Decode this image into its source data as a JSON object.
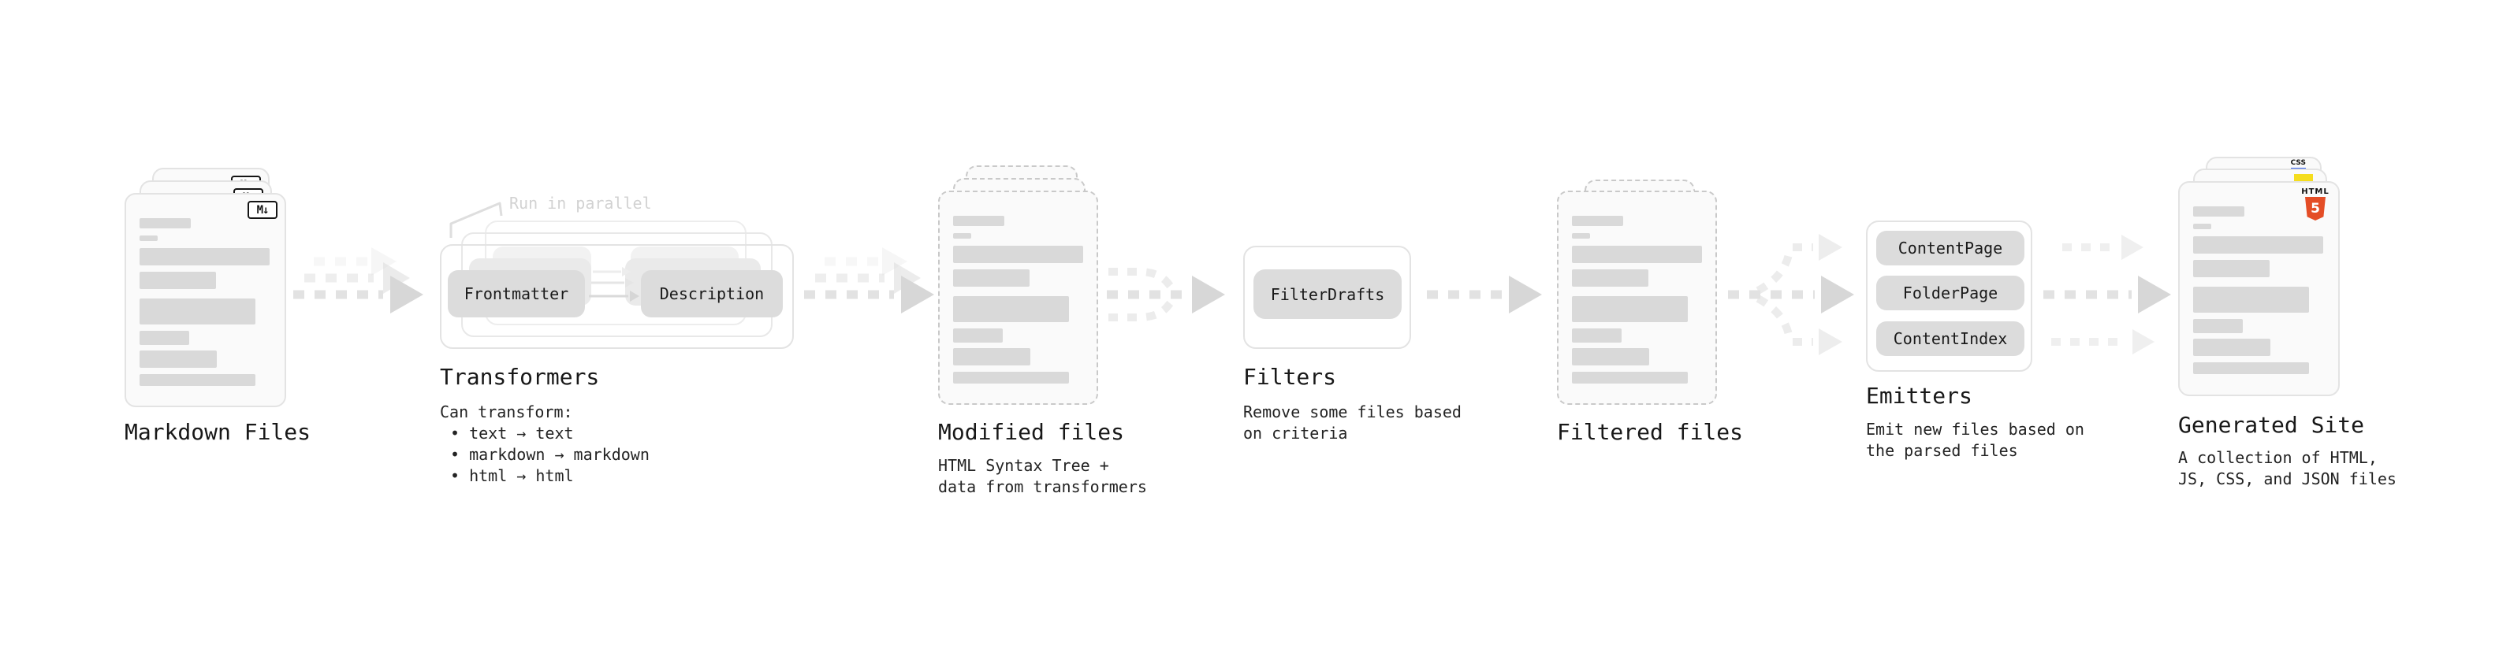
{
  "colors": {
    "html5_orange": "#e44d26",
    "js_yellow": "#f5dd1e",
    "css_blue": "#2d5be8",
    "card_border": "#e3e3e3",
    "arrow_gray": "#d7d7d7"
  },
  "stages": {
    "markdown": {
      "title": "Markdown Files",
      "file_badge": "M↓"
    },
    "transformers": {
      "title": "Transformers",
      "note": "Run in parallel",
      "pill_left": "Frontmatter",
      "pill_right": "Description",
      "subtitle": "Can transform:",
      "bullets": [
        "• text → text",
        "• markdown → markdown",
        "• html → html"
      ]
    },
    "modified": {
      "title": "Modified files",
      "subtitle_lines": [
        "HTML Syntax Tree +",
        "data from transformers"
      ]
    },
    "filters": {
      "title": "Filters",
      "pill": "FilterDrafts",
      "subtitle_lines": [
        "Remove some files based",
        "on criteria"
      ]
    },
    "filtered": {
      "title": "Filtered files"
    },
    "emitters": {
      "title": "Emitters",
      "pills": [
        "ContentPage",
        "FolderPage",
        "ContentIndex"
      ],
      "subtitle_lines": [
        "Emit new files based on",
        "the parsed files"
      ]
    },
    "generated": {
      "title": "Generated Site",
      "css_badge": "CSS",
      "html_badge_top": "HTML",
      "html_badge_number": "5",
      "subtitle_lines": [
        "A collection of HTML,",
        "JS, CSS, and JSON files"
      ]
    }
  }
}
